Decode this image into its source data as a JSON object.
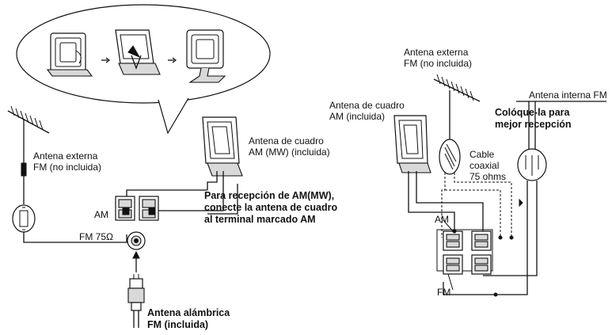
{
  "left": {
    "external_antenna_line1": "Antena externa",
    "external_antenna_line2": "FM (no incluida)",
    "loop_antenna_line1": "Antena de cuadro",
    "loop_antenna_line2": "AM (MW) (incluida)",
    "am_terminal": "AM",
    "fm_terminal": "FM 75Ω",
    "instruction_line1": "Para recepción de AM(MW),",
    "instruction_line2": "conecte la antena de cuadro",
    "instruction_line3": "al terminal marcado AM",
    "wire_antenna_line1": "Antena alámbrica",
    "wire_antenna_line2": "FM (incluida)"
  },
  "right": {
    "external_antenna_line1": "Antena externa",
    "external_antenna_line2": "FM (no incluida)",
    "loop_antenna_line1": "Antena de cuadro",
    "loop_antenna_line2": "AM (incluida)",
    "internal_antenna": "Antena interna FM",
    "placement_line1": "Colóque-la para",
    "placement_line2": "mejor recepción",
    "cable_line1": "Cable",
    "cable_line2": "coaxial",
    "cable_line3": "75 ohms",
    "am_terminal": "AM",
    "fm_terminal": "FM"
  },
  "colors": {
    "line": "#111111",
    "background": "#ffffff",
    "callout": "#ffffff"
  }
}
